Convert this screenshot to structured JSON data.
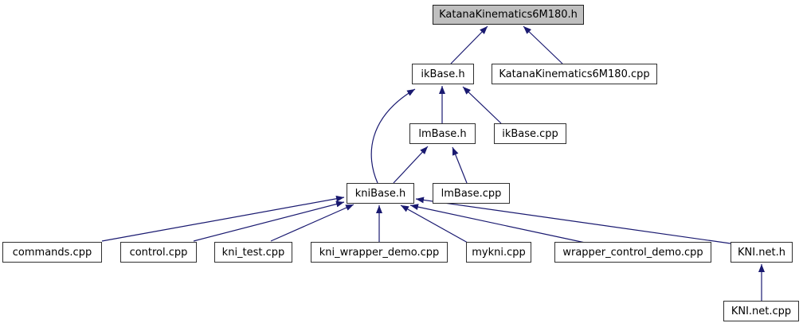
{
  "graph": {
    "type": "include-dependency-graph",
    "background_color": "#ffffff",
    "edge_color": "#191970",
    "node_border_color": "#303030",
    "node_fill_color": "#ffffff",
    "highlight_fill_color": "#bfbfbf",
    "nodes": {
      "katana_h": {
        "label": "KatanaKinematics6M180.h",
        "highlighted": true
      },
      "ikbase_h": {
        "label": "ikBase.h",
        "highlighted": false
      },
      "katana_cpp": {
        "label": "KatanaKinematics6M180.cpp",
        "highlighted": false
      },
      "lmbase_h": {
        "label": "lmBase.h",
        "highlighted": false
      },
      "ikbase_cpp": {
        "label": "ikBase.cpp",
        "highlighted": false
      },
      "knibase_h": {
        "label": "kniBase.h",
        "highlighted": false
      },
      "lmbase_cpp": {
        "label": "lmBase.cpp",
        "highlighted": false
      },
      "commands_cpp": {
        "label": "commands.cpp",
        "highlighted": false
      },
      "control_cpp": {
        "label": "control.cpp",
        "highlighted": false
      },
      "kni_test_cpp": {
        "label": "kni_test.cpp",
        "highlighted": false
      },
      "kni_wrapper_demo_cpp": {
        "label": "kni_wrapper_demo.cpp",
        "highlighted": false
      },
      "mykni_cpp": {
        "label": "mykni.cpp",
        "highlighted": false
      },
      "wrapper_control_demo_cpp": {
        "label": "wrapper_control_demo.cpp",
        "highlighted": false
      },
      "kni_net_h": {
        "label": "KNI.net.h",
        "highlighted": false
      },
      "kni_net_cpp": {
        "label": "KNI.net.cpp",
        "highlighted": false
      }
    },
    "edges": [
      {
        "from": "ikbase_h",
        "to": "katana_h"
      },
      {
        "from": "katana_cpp",
        "to": "katana_h"
      },
      {
        "from": "lmbase_h",
        "to": "ikbase_h"
      },
      {
        "from": "ikbase_cpp",
        "to": "ikbase_h"
      },
      {
        "from": "knibase_h",
        "to": "ikbase_h"
      },
      {
        "from": "knibase_h",
        "to": "lmbase_h"
      },
      {
        "from": "lmbase_cpp",
        "to": "lmbase_h"
      },
      {
        "from": "commands_cpp",
        "to": "knibase_h"
      },
      {
        "from": "control_cpp",
        "to": "knibase_h"
      },
      {
        "from": "kni_test_cpp",
        "to": "knibase_h"
      },
      {
        "from": "kni_wrapper_demo_cpp",
        "to": "knibase_h"
      },
      {
        "from": "mykni_cpp",
        "to": "knibase_h"
      },
      {
        "from": "wrapper_control_demo_cpp",
        "to": "knibase_h"
      },
      {
        "from": "kni_net_h",
        "to": "knibase_h"
      },
      {
        "from": "kni_net_cpp",
        "to": "kni_net_h"
      }
    ]
  }
}
